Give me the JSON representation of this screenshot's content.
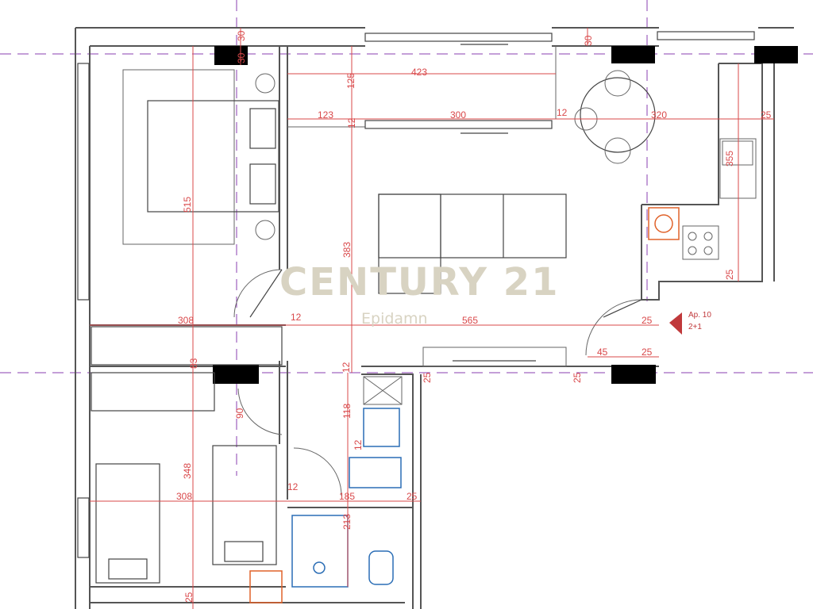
{
  "watermark": {
    "brand": "CENTURY 21",
    "office": "Epidamn"
  },
  "apartment": {
    "label": "Ap. 10",
    "type": "2+1",
    "marker_color": "#c0393b"
  },
  "colors": {
    "dimension": "#d9484a",
    "axis": "#8a3fb0",
    "wall": "#555555",
    "bathroom_fixture": "#2a6db5",
    "kitchen_appliance": "#e0622a"
  },
  "dimensions": {
    "top_col_30a": "30",
    "top_col_30b": "30",
    "balcony_width": "423",
    "balcony_depth": "125",
    "living_left": "123",
    "living_door": "300",
    "wall_12_top": "12",
    "wall_12_mid": "12",
    "right_col_30": "30",
    "kitchen_width": "320",
    "kitchen_wall_25": "25",
    "kitchen_depth": "355",
    "kitchen_bottom_25": "25",
    "bedroom_height": "515",
    "living_height": "383",
    "bedroom_width": "308",
    "wall_12_bed": "12",
    "living_width": "565",
    "entry_25a": "25",
    "entry_45": "45",
    "entry_25b": "25",
    "wall_12_low": "12",
    "wall_25_low_a": "25",
    "wall_25_low_b": "25",
    "wardrobe_83": "83",
    "hall_90": "90",
    "bath_118": "118",
    "bath_12": "12",
    "bedroom2_height": "348",
    "bedroom2_width": "308",
    "hall_185": "185",
    "hall_25": "25",
    "bath_213": "213",
    "bottom_25a": "25",
    "hall_12": "12"
  }
}
